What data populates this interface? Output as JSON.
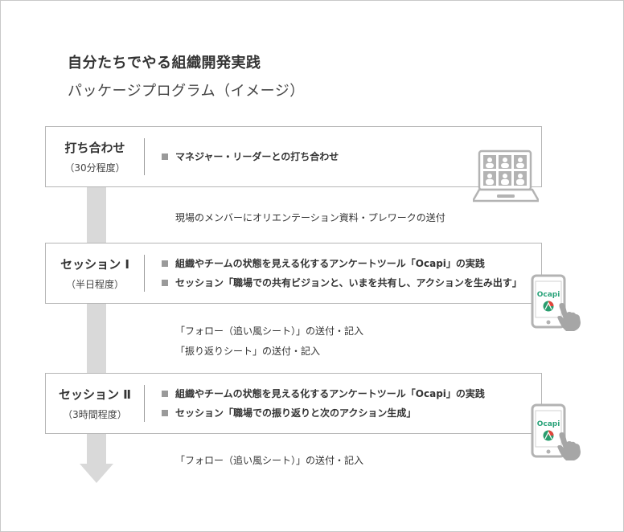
{
  "title": "自分たちでやる組織開発実践",
  "subtitle": "パッケージプログラム（イメージ）",
  "stages": [
    {
      "name": "打ち合わせ",
      "duration": "（30分程度）",
      "bullets": [
        "マネジャー・リーダーとの打ち合わせ"
      ],
      "icon": "video-conference-laptop-icon"
    },
    {
      "name": "セッション Ⅰ",
      "duration": "（半日程度）",
      "bullets": [
        "組織やチームの状態を見える化するアンケートツール「Ocapi」の実践",
        "セッション「職場での共有ビジョンと、いまを共有し、アクションを生み出す」"
      ],
      "icon": "smartphone-tap-icon"
    },
    {
      "name": "セッション Ⅱ",
      "duration": "（3時間程度）",
      "bullets": [
        "組織やチームの状態を見える化するアンケートツール「Ocapi」の実践",
        "セッション「職場での振り返りと次のアクション生成」"
      ],
      "icon": "smartphone-tap-icon"
    }
  ],
  "notes": {
    "after_stage_1": [
      "現場のメンバーにオリエンテーション資料・プレワークの送付"
    ],
    "after_stage_2": [
      "「フォロー（追い風シート）」の送付・記入",
      "「振り返りシート」の送付・記入"
    ],
    "after_stage_3": [
      "「フォロー（追い風シート）」の送付・記入"
    ]
  },
  "app_label": "Ocapi",
  "colors": {
    "arrow": "#d9d9d9",
    "box_border": "#b5b5b5",
    "bullet": "#9a9a9a",
    "app_text": "#2aa37a",
    "app_logo_red": "#e2453c",
    "app_logo_green": "#2a9d6e"
  }
}
